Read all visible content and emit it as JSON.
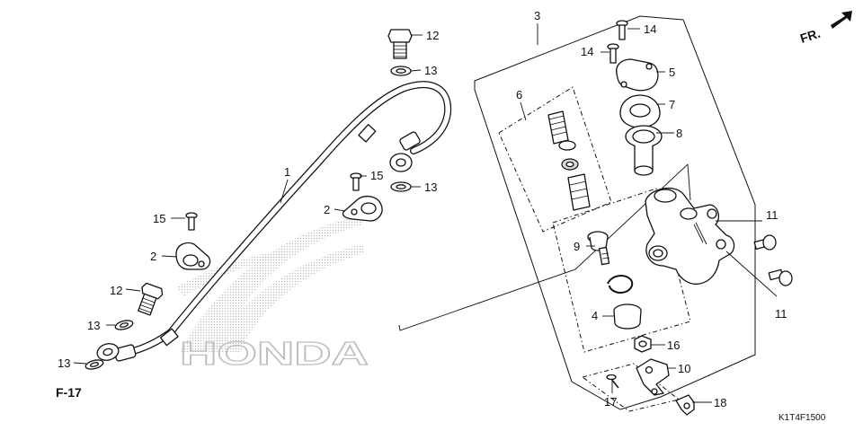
{
  "callouts": {
    "c1": "1",
    "c2a": "2",
    "c2b": "2",
    "c3": "3",
    "c4": "4",
    "c5": "5",
    "c6": "6",
    "c7": "7",
    "c8": "8",
    "c9": "9",
    "c10": "10",
    "c11a": "11",
    "c11b": "11",
    "c12a": "12",
    "c12b": "12",
    "c13a": "13",
    "c13b": "13",
    "c13c": "13",
    "c13d": "13",
    "c14a": "14",
    "c14b": "14",
    "c15a": "15",
    "c15b": "15",
    "c16": "16",
    "c17": "17",
    "c18": "18"
  },
  "reference": "F-17",
  "direction_label": "FR.",
  "diagram_code": "K1T4F1500",
  "watermark": "HONDA",
  "colors": {
    "line": "#111111",
    "watermark": "#bdbdbd",
    "background": "#ffffff"
  }
}
